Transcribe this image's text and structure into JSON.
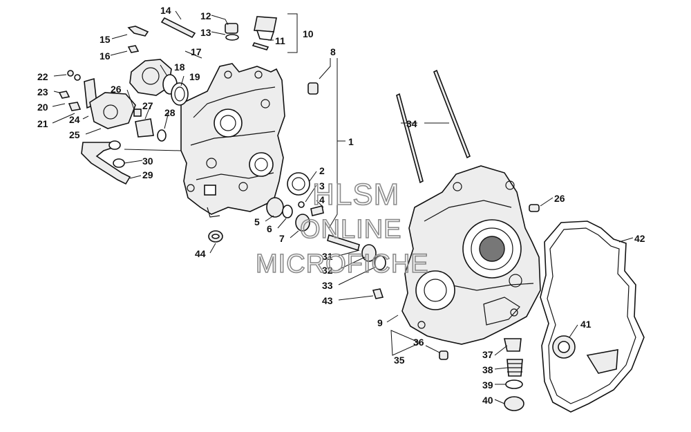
{
  "callouts": [
    {
      "id": "c14",
      "text": "14"
    },
    {
      "id": "c12",
      "text": "12"
    },
    {
      "id": "c13",
      "text": "13"
    },
    {
      "id": "c10",
      "text": "10"
    },
    {
      "id": "c11",
      "text": "11"
    },
    {
      "id": "c15",
      "text": "15"
    },
    {
      "id": "c16",
      "text": "16"
    },
    {
      "id": "c17",
      "text": "17"
    },
    {
      "id": "c8",
      "text": "8"
    },
    {
      "id": "c18",
      "text": "18"
    },
    {
      "id": "c19",
      "text": "19"
    },
    {
      "id": "c22",
      "text": "22"
    },
    {
      "id": "c23",
      "text": "23"
    },
    {
      "id": "c26a",
      "text": "26"
    },
    {
      "id": "c20",
      "text": "20"
    },
    {
      "id": "c27",
      "text": "27"
    },
    {
      "id": "c21",
      "text": "21"
    },
    {
      "id": "c24",
      "text": "24"
    },
    {
      "id": "c28",
      "text": "28"
    },
    {
      "id": "c25",
      "text": "25"
    },
    {
      "id": "c34",
      "text": "34"
    },
    {
      "id": "c1",
      "text": "1"
    },
    {
      "id": "c30",
      "text": "30"
    },
    {
      "id": "c29",
      "text": "29"
    },
    {
      "id": "c2",
      "text": "2"
    },
    {
      "id": "c3",
      "text": "3"
    },
    {
      "id": "c4",
      "text": "4"
    },
    {
      "id": "c26b",
      "text": "26"
    },
    {
      "id": "c5",
      "text": "5"
    },
    {
      "id": "c6",
      "text": "6"
    },
    {
      "id": "c7",
      "text": "7"
    },
    {
      "id": "c42",
      "text": "42"
    },
    {
      "id": "c44",
      "text": "44"
    },
    {
      "id": "c31",
      "text": "31"
    },
    {
      "id": "c32",
      "text": "32"
    },
    {
      "id": "c33",
      "text": "33"
    },
    {
      "id": "c43",
      "text": "43"
    },
    {
      "id": "c9",
      "text": "9"
    },
    {
      "id": "c41",
      "text": "41"
    },
    {
      "id": "c36",
      "text": "36"
    },
    {
      "id": "c37",
      "text": "37"
    },
    {
      "id": "c35",
      "text": "35"
    },
    {
      "id": "c38",
      "text": "38"
    },
    {
      "id": "c39",
      "text": "39"
    },
    {
      "id": "c40",
      "text": "40"
    }
  ],
  "watermark": {
    "line1": "HLSM",
    "line2": "ONLINE",
    "line3": "MICROFICHE"
  }
}
